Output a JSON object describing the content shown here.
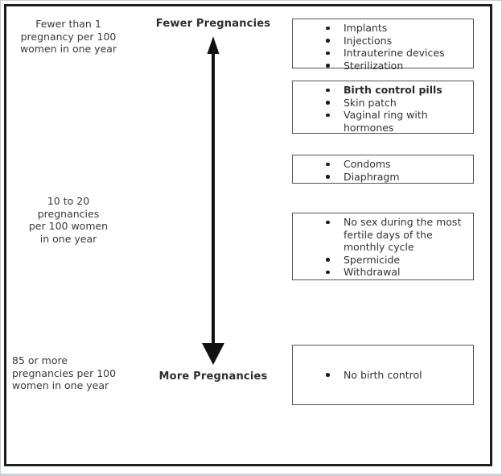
{
  "labels": {
    "rate_top": [
      "Fewer than 1",
      "pregnancy per 100",
      "women in one year"
    ],
    "rate_middle": [
      "10 to 20",
      "pregnancies",
      "per 100 women",
      "in one year"
    ],
    "rate_bottom": [
      "85 or more",
      "pregnancies per 100",
      "women in one year"
    ],
    "arrow_top": "Fewer Pregnancies",
    "arrow_bottom": "More Pregnancies"
  },
  "boxes": [
    {
      "items": [
        {
          "text": "Implants"
        },
        {
          "text": "Injections"
        },
        {
          "text": "Intrauterine devices"
        },
        {
          "text": "Sterilization"
        }
      ]
    },
    {
      "items": [
        {
          "text": "Birth control pills"
        },
        {
          "text": "Skin patch"
        },
        {
          "text": "Vaginal ring with hormones"
        }
      ]
    },
    {
      "items": [
        {
          "text": "Condoms"
        },
        {
          "text": "Diaphragm"
        }
      ]
    },
    {
      "items": [
        {
          "text": "No sex during the most fertile days of the monthly cycle"
        },
        {
          "text": "Spermicide"
        },
        {
          "text": "Withdrawal"
        }
      ]
    },
    {
      "items": [
        {
          "text": "No birth control"
        }
      ]
    }
  ],
  "colors": {
    "text": "#3a3a3a",
    "arrow": "#111111",
    "box_border": "#545454",
    "frame_border": "#1e1e1e"
  }
}
